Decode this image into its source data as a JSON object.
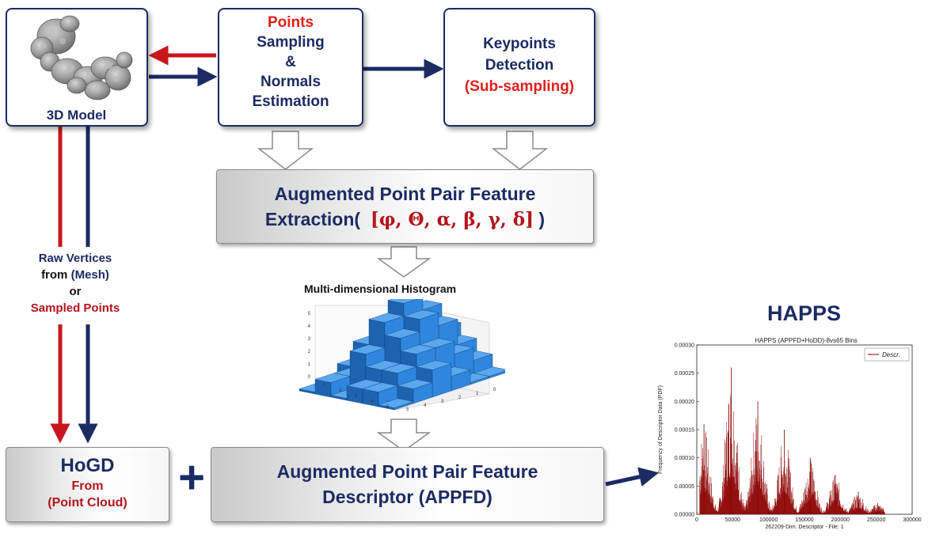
{
  "model_box": {
    "label": "3D Model"
  },
  "sampling_box": {
    "line1": "Points",
    "line2": "Sampling",
    "line3": "&",
    "line4": "Normals",
    "line5": "Estimation"
  },
  "keypoints_box": {
    "line1": "Keypoints",
    "line2": "Detection",
    "line3": "(Sub-sampling)"
  },
  "extraction_box": {
    "line1": "Augmented Point Pair Feature",
    "line2_prefix": "Extraction",
    "open_paren": "(",
    "features": "[φ, Θ, α, β, γ, δ]",
    "close_paren": ")"
  },
  "side_label": {
    "line1": "Raw Vertices",
    "line2_prefix": "from",
    "line2_mesh": "(Mesh)",
    "line3": "or",
    "line4": "Sampled Points"
  },
  "histogram": {
    "title": "Multi-dimensional Histogram",
    "z_ticks": [
      "0",
      "1",
      "2",
      "3",
      "4",
      "5"
    ],
    "x_ticks": [
      "1",
      "2",
      "3",
      "4",
      "5"
    ],
    "y_ticks": [
      "0",
      "1",
      "2",
      "3",
      "4",
      "5"
    ]
  },
  "hogd_box": {
    "title": "HoGD",
    "line2": "From",
    "line3": "(Point Cloud)"
  },
  "plus_sign": "+",
  "descriptor_box": {
    "line1": "Augmented Point Pair Feature",
    "line2": "Descriptor (APPFD)"
  },
  "happs_heading": "HAPPS",
  "chart_data": {
    "type": "bar",
    "title": "HAPPS (APPFD+HoDD)-8vs65 Bins",
    "xlabel": "262209-Dim. Descriptor - File: 1",
    "ylabel": "Frequency of Descriptor Data (PDF)",
    "xlim": [
      0,
      300000
    ],
    "ylim": [
      0,
      0.0003
    ],
    "x_ticks": [
      "0",
      "50000",
      "100000",
      "150000",
      "200000",
      "250000",
      "300000"
    ],
    "y_ticks": [
      "0.00000",
      "0.00005",
      "0.00010",
      "0.00015",
      "0.00020",
      "0.00025",
      "0.00030"
    ],
    "legend": "Descr.",
    "legend_position": "top-right",
    "series_color": "#8b0000",
    "peaks": [
      {
        "x": 10000,
        "y": 0.00016
      },
      {
        "x": 48000,
        "y": 0.00026
      },
      {
        "x": 85000,
        "y": 0.0002
      },
      {
        "x": 122000,
        "y": 0.00015
      },
      {
        "x": 158000,
        "y": 0.0001
      },
      {
        "x": 193000,
        "y": 7e-05
      },
      {
        "x": 225000,
        "y": 4e-05
      },
      {
        "x": 252000,
        "y": 2e-05
      }
    ]
  },
  "colors": {
    "navy": "#1b2b63",
    "red": "#e0201c",
    "dark_red": "#b3141c",
    "bar_blue": "#2f86dd"
  }
}
